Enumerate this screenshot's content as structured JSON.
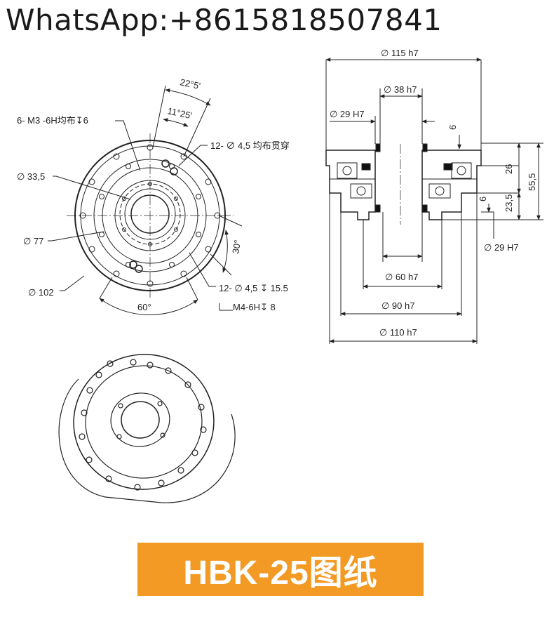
{
  "header": {
    "contact": "WhatsApp:+8615818507841"
  },
  "front_view": {
    "labels": {
      "thread_holes": "6- M3 -6H均布↧6",
      "angle_22": "22°5'",
      "angle_11": "11°25'",
      "through_holes": "12- ∅ 4,5 均布贯穿",
      "d33": "∅ 33,5",
      "d77": "∅ 77",
      "d102": "∅ 102",
      "angle_30": "30°",
      "angle_60": "60°",
      "counterbore": "12- ∅ 4,5 ↧ 15.5",
      "m4": "M4-6H↧ 8"
    }
  },
  "section_view": {
    "labels": {
      "d115": "∅ 115 h7",
      "d38": "∅ 38 h7",
      "d29_top": "∅ 29 H7",
      "dim6_top": "6",
      "dim26": "26",
      "dim55": "55,5",
      "dim6_mid": "6",
      "dim23": "23,5",
      "d29_bottom": "∅ 29 H7",
      "d60": "∅ 60 h7",
      "d90": "∅ 90 h7",
      "d110": "∅ 110 h7"
    }
  },
  "footer": {
    "title": "HBK-25图纸"
  },
  "colors": {
    "banner": "#f29a24",
    "banner_text": "#ffffff",
    "line": "#222222"
  }
}
